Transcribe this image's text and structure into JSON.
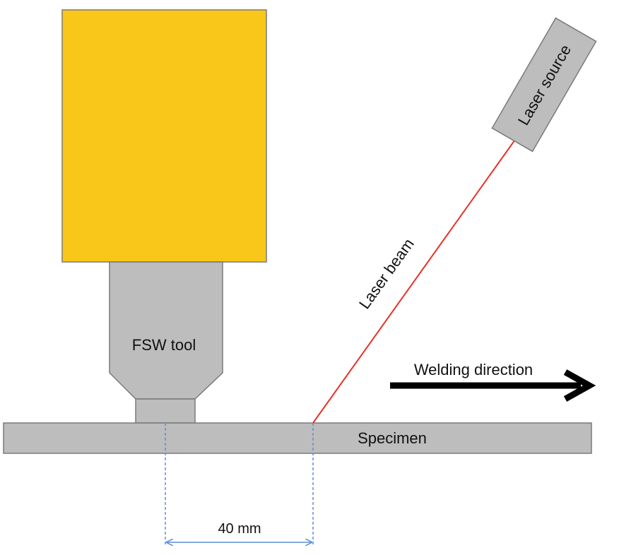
{
  "labels": {
    "fsw_tool": "FSW tool",
    "laser_source": "Laser source",
    "laser_beam": "Laser beam",
    "welding_direction": "Welding direction",
    "specimen": "Specimen",
    "distance": "40 mm"
  },
  "colors": {
    "tool_body": "#f8c71a",
    "tool_gray": "#bdbdbd",
    "outline": "#7a7a7a",
    "laser_beam": "#e8302a",
    "dimension": "#5b8fd6",
    "arrow": "#000000"
  }
}
